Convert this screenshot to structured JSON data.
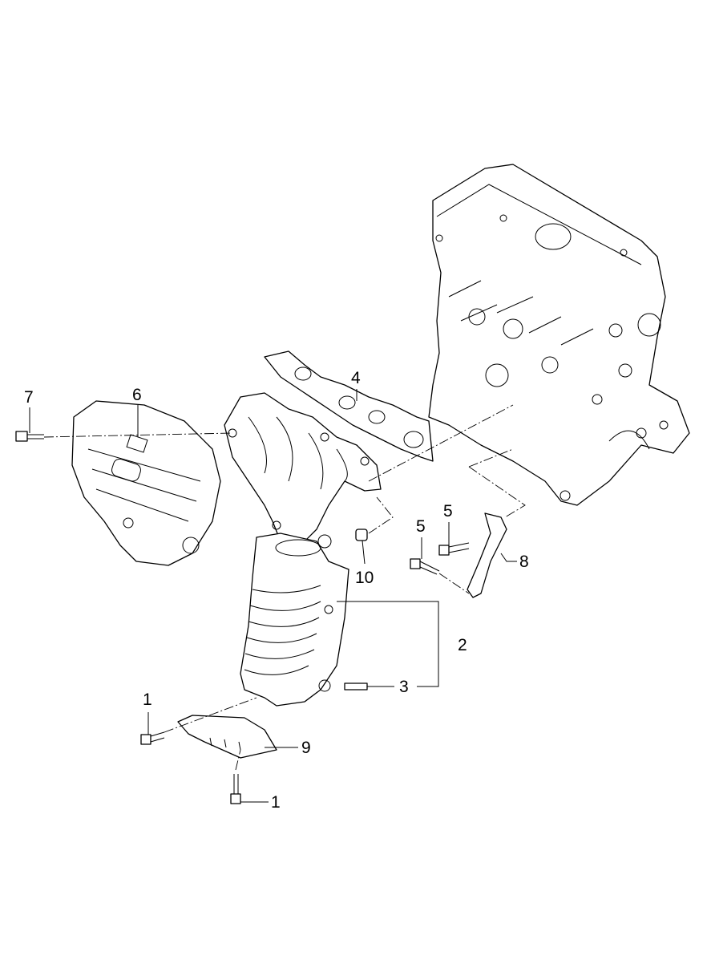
{
  "callouts": [
    {
      "id": "label-7",
      "text": "7"
    },
    {
      "id": "label-6",
      "text": "6"
    },
    {
      "id": "label-4",
      "text": "4"
    },
    {
      "id": "label-5a",
      "text": "5"
    },
    {
      "id": "label-5b",
      "text": "5"
    },
    {
      "id": "label-8",
      "text": "8"
    },
    {
      "id": "label-10",
      "text": "10"
    },
    {
      "id": "label-2",
      "text": "2"
    },
    {
      "id": "label-3",
      "text": "3"
    },
    {
      "id": "label-1a",
      "text": "1"
    },
    {
      "id": "label-9",
      "text": "9"
    },
    {
      "id": "label-1b",
      "text": "1"
    }
  ]
}
